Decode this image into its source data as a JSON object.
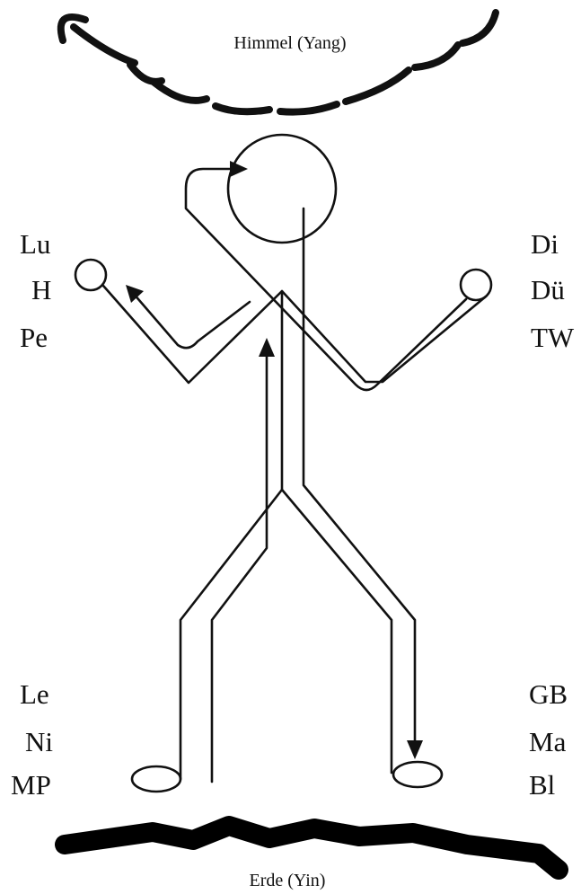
{
  "heaven_label": "Himmel (Yang)",
  "earth_label": "Erde (Yin)",
  "arm_meridians_left": [
    "Lu",
    "H",
    "Pe"
  ],
  "arm_meridians_right": [
    "Di",
    "Dü",
    "TW"
  ],
  "leg_meridians_left": [
    "Le",
    "Ni",
    "MP"
  ],
  "leg_meridians_right": [
    "GB",
    "Ma",
    "Bl"
  ]
}
